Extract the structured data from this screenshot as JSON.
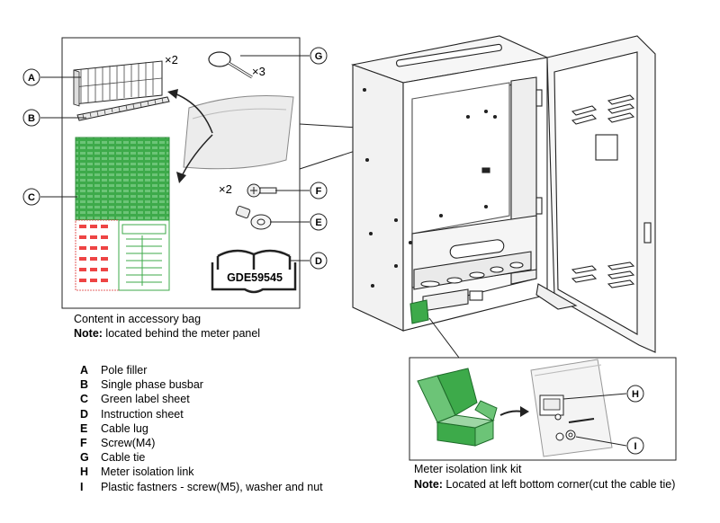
{
  "accessory_bag": {
    "caption": "Content in accessory bag",
    "note_label": "Note:",
    "note_text": " located behind the meter panel",
    "multipliers": {
      "A": "×2",
      "G": "×3",
      "F": "×2"
    },
    "booklet_code": "GDE59545"
  },
  "isolation_kit": {
    "caption": "Meter isolation link kit",
    "note_label": "Note:",
    "note_text": " Located at left bottom corner(cut the cable tie)"
  },
  "callouts": [
    "A",
    "B",
    "C",
    "D",
    "E",
    "F",
    "G",
    "H",
    "I"
  ],
  "legend": [
    {
      "key": "A",
      "text": "Pole filler"
    },
    {
      "key": "B",
      "text": "Single phase busbar"
    },
    {
      "key": "C",
      "text": "Green label sheet"
    },
    {
      "key": "D",
      "text": "Instruction sheet"
    },
    {
      "key": "E",
      "text": "Cable lug"
    },
    {
      "key": "F",
      "text": "Screw(M4)"
    },
    {
      "key": "G",
      "text": "Cable tie"
    },
    {
      "key": "H",
      "text": "Meter isolation link"
    },
    {
      "key": "I",
      "text": "Plastic fastners - screw(M5), washer and nut"
    }
  ],
  "colors": {
    "label_green": "#3daa4a",
    "line": "#1a1a1a",
    "cabinet_gray": "#f2f2f2"
  }
}
